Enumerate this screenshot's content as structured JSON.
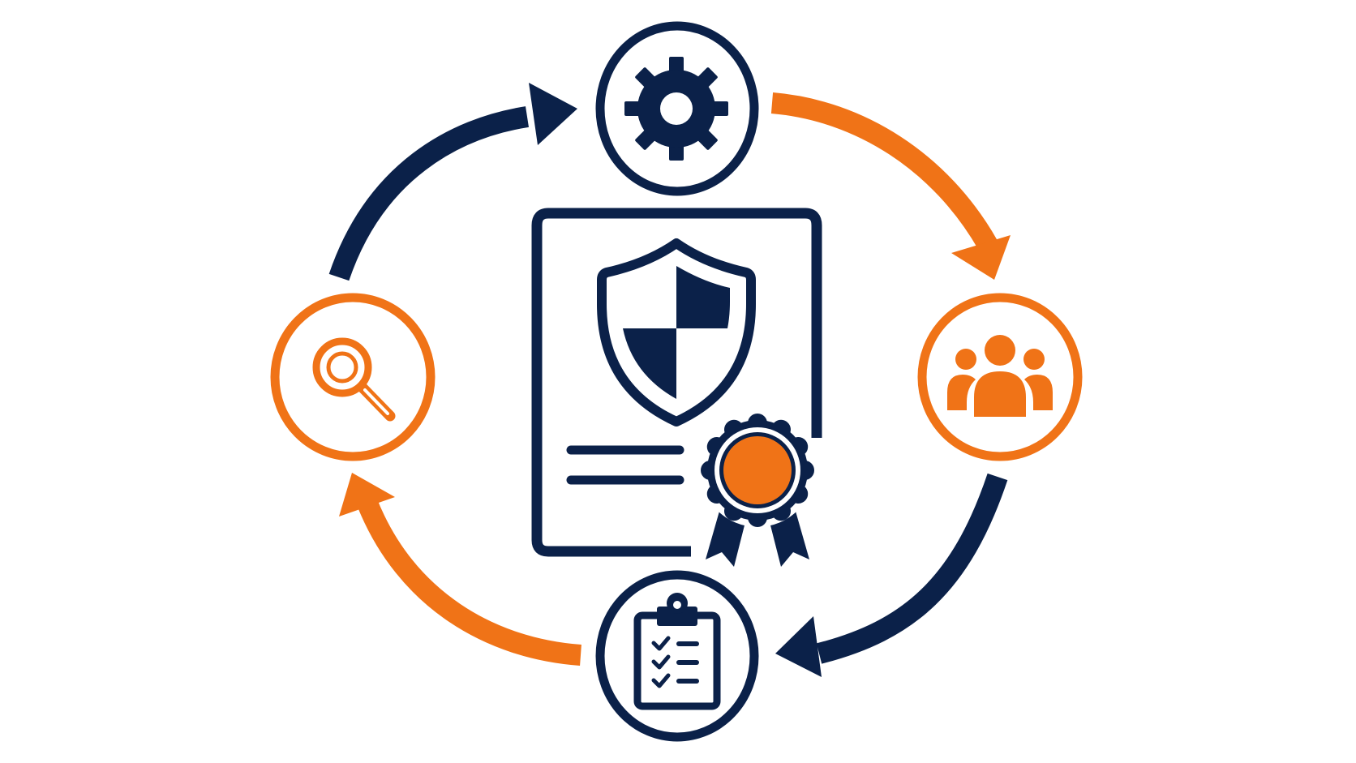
{
  "colors": {
    "navy": "#0b2149",
    "orange": "#f07317",
    "background": "#ffffff"
  },
  "center": {
    "icon": "compliance-certificate-icon",
    "parts": [
      "shield-icon",
      "award-ribbon-icon"
    ]
  },
  "cycle_nodes": [
    {
      "position": "top",
      "icon": "gear-icon",
      "color": "navy"
    },
    {
      "position": "right",
      "icon": "people-group-icon",
      "color": "orange"
    },
    {
      "position": "bottom",
      "icon": "checklist-clipboard-icon",
      "color": "navy"
    },
    {
      "position": "left",
      "icon": "magnifier-icon",
      "color": "orange"
    }
  ],
  "cycle_arrows": [
    {
      "from": "left",
      "to": "top",
      "color": "navy"
    },
    {
      "from": "top",
      "to": "right",
      "color": "orange"
    },
    {
      "from": "right",
      "to": "bottom",
      "color": "navy"
    },
    {
      "from": "bottom",
      "to": "left",
      "color": "orange"
    }
  ]
}
